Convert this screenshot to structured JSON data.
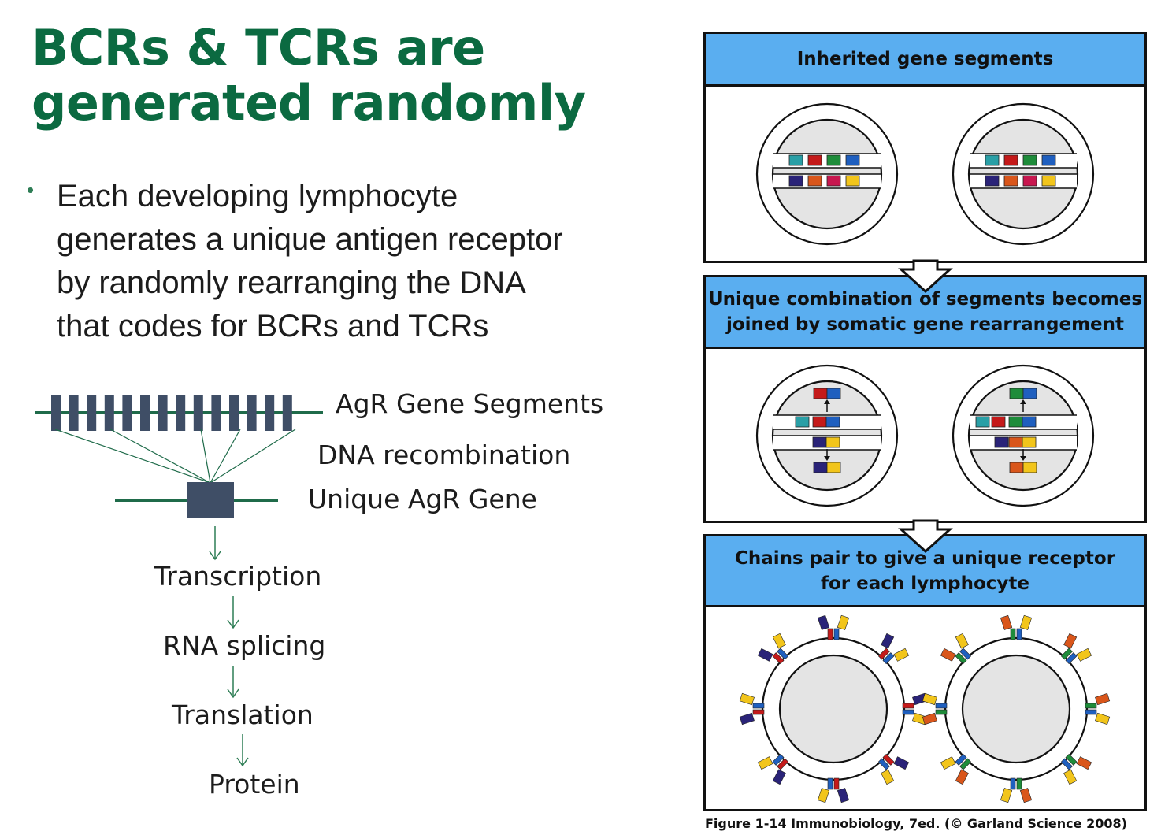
{
  "slide": {
    "title_line1": "BCRs & TCRs are",
    "title_line2": "generated randomly",
    "bullet_line1": "Each developing lymphocyte",
    "bullet_line2": "generates a unique antigen receptor",
    "bullet_line3": "by randomly rearranging the DNA",
    "bullet_line4": "that codes for BCRs and TCRs"
  },
  "flow": {
    "segments_label": "AgR Gene Segments",
    "recombination_label": "DNA recombination",
    "unique_gene_label": "Unique AgR Gene",
    "steps": [
      "Transcription",
      "RNA splicing",
      "Translation",
      "Protein"
    ]
  },
  "figure": {
    "panel1_heading": "Inherited gene segments",
    "panel2_heading_line1": "Unique combination of segments becomes",
    "panel2_heading_line2": "joined by somatic gene rearrangement",
    "panel3_heading_line1": "Chains pair to give a unique receptor",
    "panel3_heading_line2": "for each lymphocyte",
    "caption": "Figure 1-14  Immunobiology, 7ed. (© Garland Science 2008)"
  },
  "colors": {
    "title_green": "#0b6a41",
    "line_green": "#1f6b4a",
    "segment_slate": "#3f4e66",
    "panel_blue": "#5aaef0",
    "segment_palette": [
      "#2a9fa6",
      "#c41a1a",
      "#1e8c3a",
      "#1f5fbf",
      "#2a2378",
      "#d9561b",
      "#c8174f",
      "#f2c51b"
    ]
  }
}
